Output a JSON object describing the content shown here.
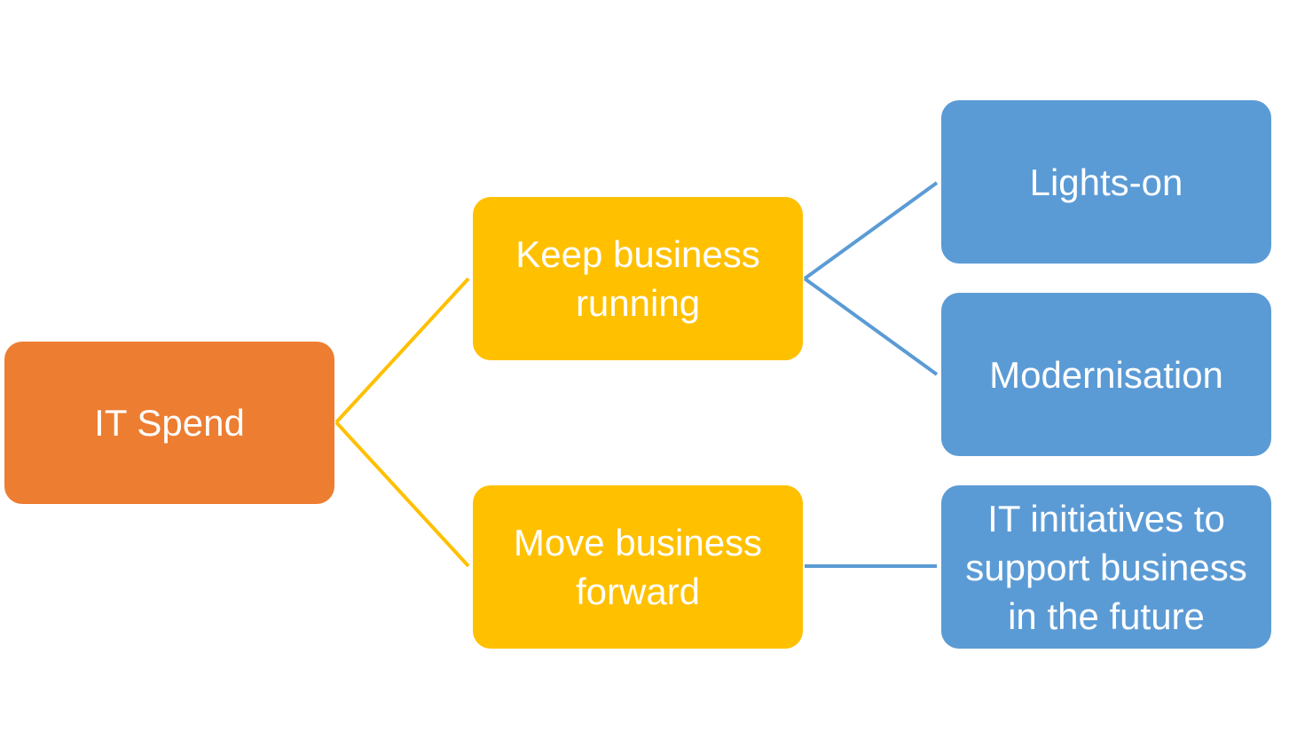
{
  "colors": {
    "root": "#ED7D31",
    "level1": "#FFC000",
    "level2": "#5B9BD5",
    "connector_level1": "#FFC000",
    "connector_level2": "#5B9BD5"
  },
  "diagram": {
    "root": {
      "label": "IT Spend"
    },
    "keep": {
      "label": "Keep business running"
    },
    "move": {
      "label": "Move business forward"
    },
    "lights": {
      "label": "Lights-on"
    },
    "modern": {
      "label": "Modernisation"
    },
    "future": {
      "label": "IT initiatives to support business in the future"
    }
  }
}
